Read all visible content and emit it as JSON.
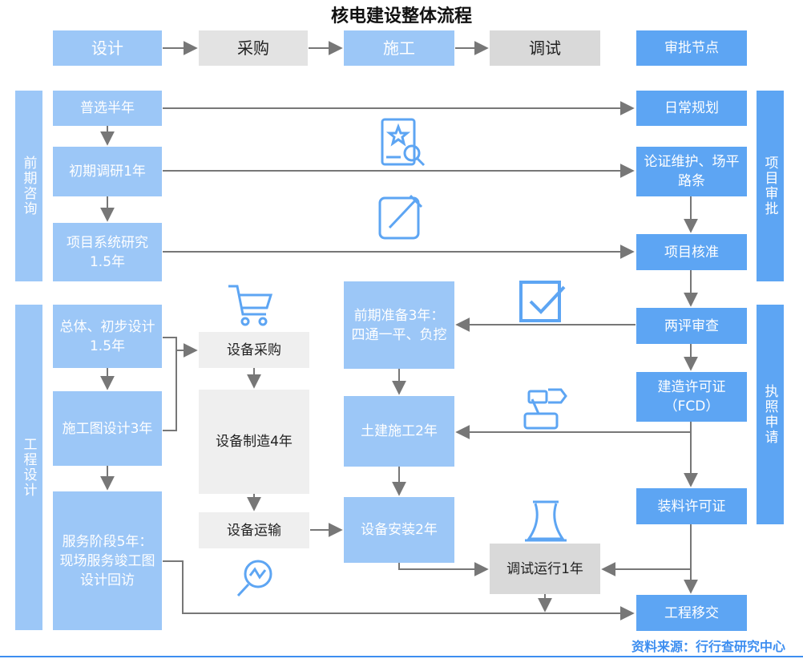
{
  "title": "核电建设整体流程",
  "stages": [
    "设计",
    "采购",
    "施工",
    "调试",
    "审批节点"
  ],
  "side_labels": {
    "pre_consult": "前期咨询",
    "eng_design": "工程设计",
    "project_approval": "项目审批",
    "license_apply": "执照申请"
  },
  "design_col": [
    "普选半年",
    "初期调研1年",
    "项目系统研究1.5年",
    "总体、初步设计1.5年",
    "施工图设计3年",
    "服务阶段5年：现场服务竣工图设计回访"
  ],
  "procure_col": [
    "设备采购",
    "设备制造4年",
    "设备运输"
  ],
  "construct_col": [
    "前期准备3年：四通一平、负挖",
    "土建施工2年",
    "设备安装2年"
  ],
  "commission": "调试运行1年",
  "approval_col": [
    "日常规划",
    "论证维护、场平路条",
    "项目核准",
    "两评审查",
    "建造许可证（FCD）",
    "装料许可证",
    "工程移交"
  ],
  "source": "资料来源：行行查研究中心",
  "icons": [
    "document-star-search-icon",
    "edit-icon",
    "shopping-cart-icon",
    "checkbox-icon",
    "robot-arm-icon",
    "cooling-tower-icon",
    "search-analytics-icon"
  ],
  "colors": {
    "light_blue": "#9cc7f7",
    "dark_blue": "#5da5f3",
    "gray": "#e3e3e3",
    "line": "#777777",
    "accent": "#3d8ef0"
  }
}
